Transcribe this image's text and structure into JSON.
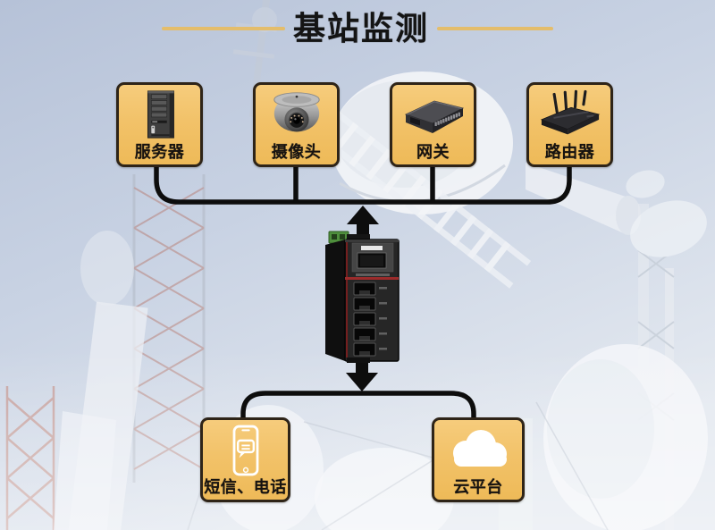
{
  "title": "基站监测",
  "top_devices": [
    {
      "label": "服务器",
      "icon": "server-icon"
    },
    {
      "label": "摄像头",
      "icon": "dome-camera-icon"
    },
    {
      "label": "网关",
      "icon": "gateway-icon"
    },
    {
      "label": "路由器",
      "icon": "router-icon"
    }
  ],
  "hub": {
    "icon": "industrial-switch-icon"
  },
  "bottom_nodes": [
    {
      "label": "短信、电话",
      "icon": "sms-phone-icon"
    },
    {
      "label": "云平台",
      "icon": "cloud-icon"
    }
  ],
  "connectors": {
    "top_arrow": "up-arrow-icon",
    "bottom_arrow": "down-arrow-icon"
  },
  "colors": {
    "box_fill": "#F2C269",
    "box_border": "#2E2418",
    "connector_line": "#0D0D0D",
    "title_rule_gold": "#E4BD6B",
    "title_text": "#141414",
    "sky_top": "#B6C2D8",
    "sky_bottom": "#E4E9F0"
  }
}
